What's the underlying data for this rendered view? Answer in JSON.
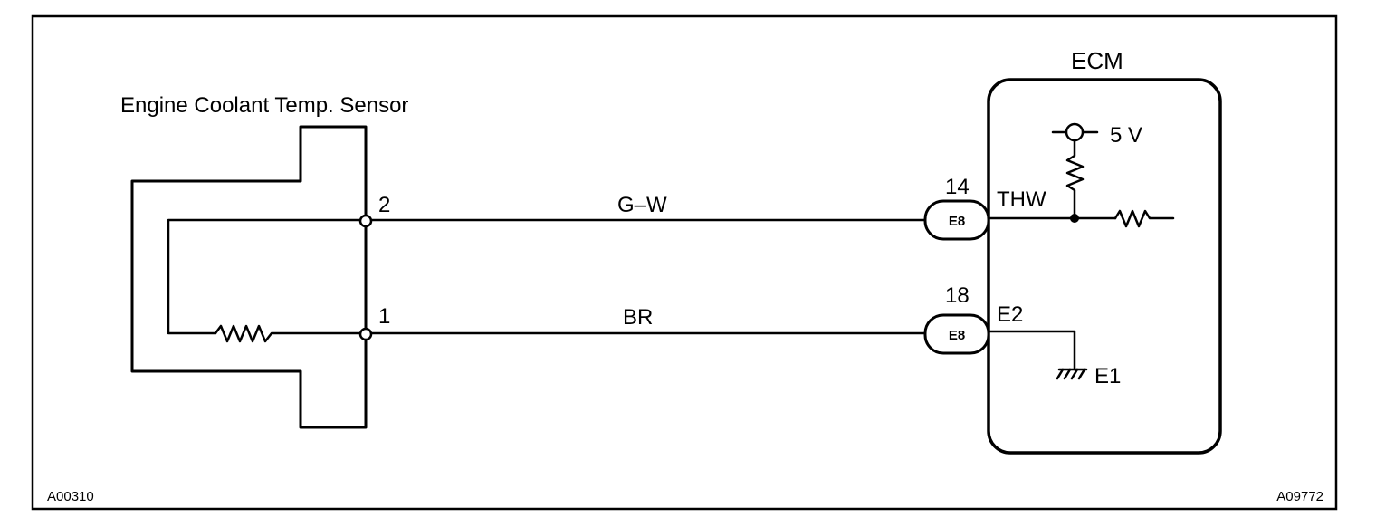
{
  "sensor": {
    "label": "Engine Coolant Temp. Sensor",
    "pin_2": "2",
    "pin_1": "1"
  },
  "wires": {
    "signal_color": "G–W",
    "ground_color": "BR"
  },
  "ecm": {
    "label": "ECM",
    "supply_voltage": "5 V",
    "thw_pin_number": "14",
    "thw_connector": "E8",
    "thw_terminal": "THW",
    "e2_pin_number": "18",
    "e2_connector": "E8",
    "e2_terminal": "E2",
    "ground_label": "E1"
  },
  "codes": {
    "left": "A00310",
    "right": "A09772"
  }
}
